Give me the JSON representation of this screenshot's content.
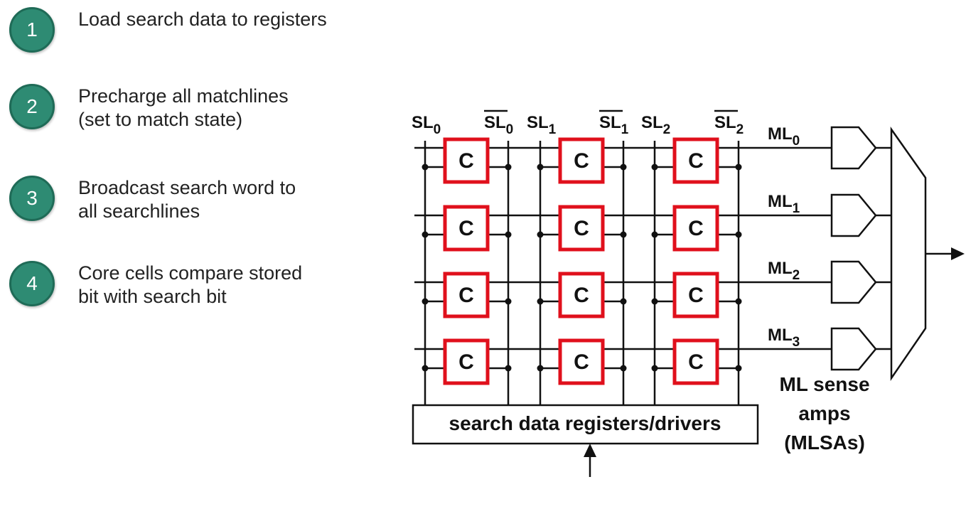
{
  "steps": [
    {
      "number": "1",
      "lines": [
        "Load search data to registers"
      ]
    },
    {
      "number": "2",
      "lines": [
        "Precharge all matchlines",
        "(set to match state)"
      ]
    },
    {
      "number": "3",
      "lines": [
        "Broadcast search word to",
        "all searchlines"
      ]
    },
    {
      "number": "4",
      "lines": [
        "Core cells compare stored",
        "bit with search bit"
      ]
    }
  ],
  "diagram": {
    "searchlines": [
      {
        "sl": "SL",
        "sl_bar": "SL",
        "sub": "0"
      },
      {
        "sl": "SL",
        "sl_bar": "SL",
        "sub": "1"
      },
      {
        "sl": "SL",
        "sl_bar": "SL",
        "sub": "2"
      }
    ],
    "matchlines": [
      {
        "label": "ML",
        "sub": "0"
      },
      {
        "label": "ML",
        "sub": "1"
      },
      {
        "label": "ML",
        "sub": "2"
      },
      {
        "label": "ML",
        "sub": "3"
      }
    ],
    "cell_label": "C",
    "register_label": "search data registers/drivers",
    "sense_amp_label": [
      "ML sense",
      "amps",
      "(MLSAs)"
    ],
    "colors": {
      "cell_border": "#e0101c",
      "line": "#111111",
      "step_circle": "#2e8b73"
    }
  }
}
